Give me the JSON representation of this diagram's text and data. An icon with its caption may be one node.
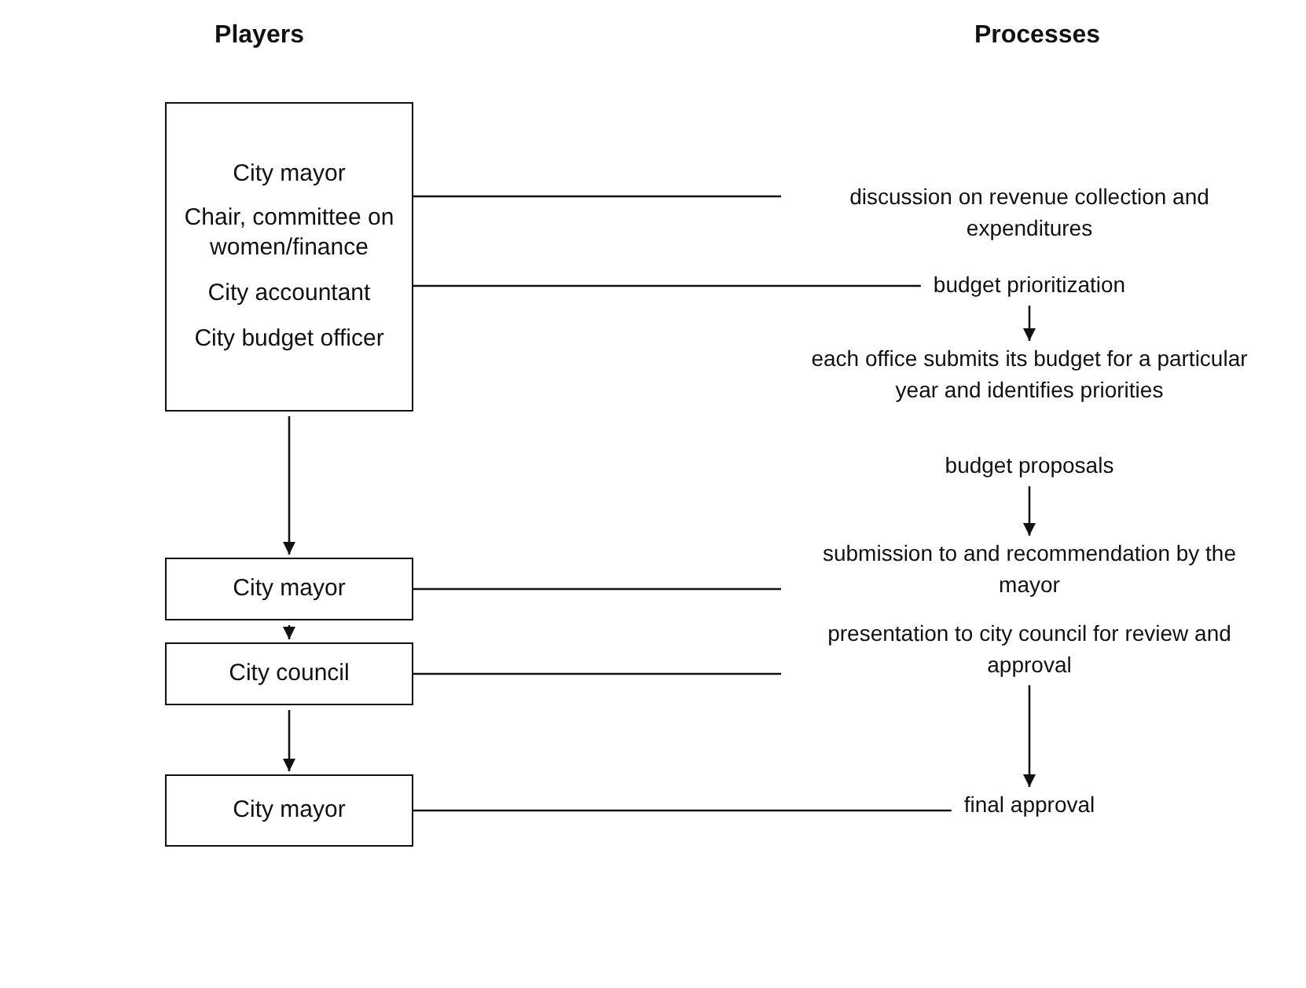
{
  "diagram": {
    "nodes": [
      {
        "text": [
          "City mayor",
          "Chair, committee on women/finance",
          "City accountant",
          "City budget officer"
        ]
      },
      {
        "text": [
          "discussion on revenue collection and expenditures"
        ]
      },
      {
        "text": [
          "budget prioritization"
        ]
      },
      {
        "text": [
          "each office submits its budget for a particular year and identifies priorities"
        ]
      },
      {
        "text": [
          "budget proposals"
        ]
      },
      {
        "text": [
          "City mayor"
        ]
      },
      {
        "text": [
          "submission to and recommendation by the mayor"
        ]
      },
      {
        "text": [
          "City council"
        ]
      },
      {
        "text": [
          "presentation to city council for review and approval"
        ]
      },
      {
        "text": [
          "City mayor"
        ]
      },
      {
        "text": [
          "final approval"
        ]
      }
    ],
    "edges": [
      {
        "from": 0,
        "to": 1,
        "arrow": "none"
      },
      {
        "from": 0,
        "to": 2,
        "arrow": "none"
      },
      {
        "from": 2,
        "to": 3,
        "arrow": "to"
      },
      {
        "from": 4,
        "to": 6,
        "arrow": "to"
      },
      {
        "from": 8,
        "to": 10,
        "arrow": "to"
      },
      {
        "from": 0,
        "to": 5,
        "arrow": "to"
      },
      {
        "from": 5,
        "to": 7,
        "arrow": "to"
      },
      {
        "from": 7,
        "to": 9,
        "arrow": "to"
      },
      {
        "from": 5,
        "to": 6,
        "arrow": "none"
      },
      {
        "from": 7,
        "to": 8,
        "arrow": "none"
      },
      {
        "from": 9,
        "to": 10,
        "arrow": "none"
      }
    ],
    "labels": [
      "Players",
      "Processes"
    ]
  }
}
